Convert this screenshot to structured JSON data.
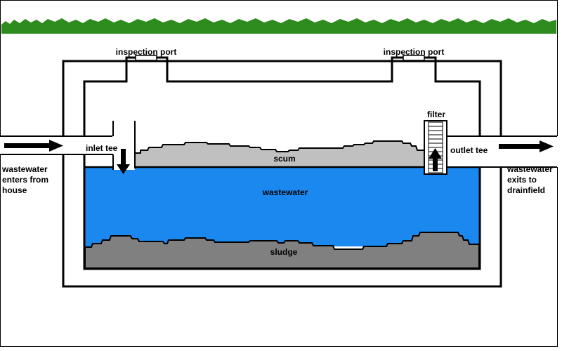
{
  "labels": {
    "inspection_port_left": "inspection port",
    "inspection_port_right": "inspection port",
    "filter": "filter",
    "inlet_tee": "inlet tee",
    "outlet_tee": "outlet tee",
    "scum": "scum",
    "wastewater": "wastewater",
    "sludge": "sludge",
    "inflow": [
      "wastewater",
      "enters from",
      "house"
    ],
    "outflow": [
      "wastewater",
      "exits to",
      "drainfield"
    ]
  },
  "colors": {
    "grass": "#2e8b1e",
    "scum": "#c0c0c0",
    "wastewater": "#1a88ee",
    "sludge": "#808080",
    "outline": "#000000",
    "background": "#ffffff"
  },
  "icons": {
    "inflow_arrow": "arrow-right-icon",
    "outflow_arrow": "arrow-right-icon",
    "inlet_arrow": "arrow-down-icon",
    "filter_arrow": "arrow-up-icon"
  }
}
